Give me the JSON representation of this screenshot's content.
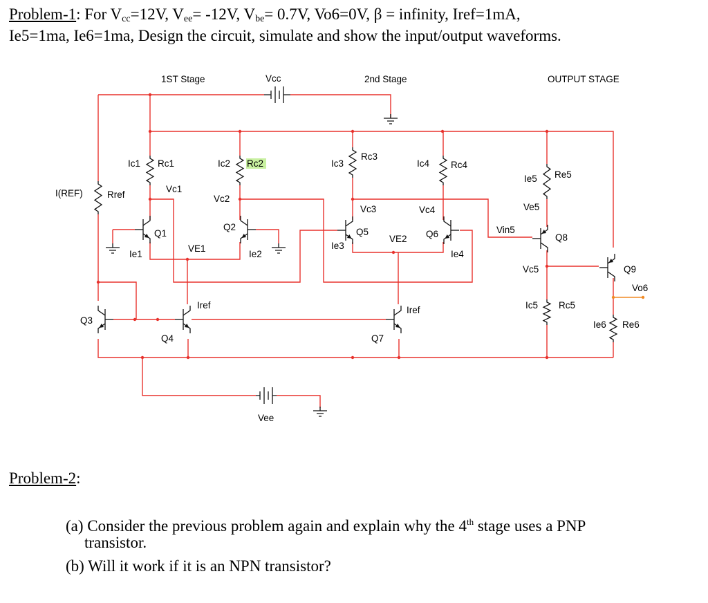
{
  "problem1": {
    "heading": "Problem-1",
    "line1_parts": [
      ": For V",
      "cc",
      "=12V, V",
      "ee",
      "= -12V, V",
      "be",
      "= 0.7V, Vo6=0V, β = infinity, Iref=1mA,"
    ],
    "line2": "Ie5=1ma, Ie6=1ma, Design the circuit, simulate and show the input/output waveforms."
  },
  "circuit": {
    "stage_labels": {
      "first": "1ST Stage",
      "second": "2nd Stage",
      "output": "OUTPUT STAGE"
    },
    "sources": {
      "vcc": "Vcc",
      "vee": "Vee"
    },
    "labels": {
      "iref_main": "I(REF)",
      "rref": "Rref",
      "ic1": "Ic1",
      "rc1": "Rc1",
      "vc1": "Vc1",
      "q1": "Q1",
      "ie1": "Ie1",
      "ve1": "VE1",
      "ic2": "Ic2",
      "rc2": "Rc2",
      "vc2": "Vc2",
      "q2": "Q2",
      "ie2": "Ie2",
      "ic3": "Ic3",
      "rc3": "Rc3",
      "vc3": "Vc3",
      "q5": "Q5",
      "ie3": "Ie3",
      "ve2": "VE2",
      "ic4": "Ic4",
      "rc4": "Rc4",
      "vc4": "Vc4",
      "q6": "Q6",
      "ie4": "Ie4",
      "ie5": "Ie5",
      "re5": "Re5",
      "ve5": "Ve5",
      "vin5": "Vin5",
      "q8": "Q8",
      "vc5": "Vc5",
      "ic5": "Ic5",
      "rc5": "Rc5",
      "q9": "Q9",
      "vo6": "Vo6",
      "ie6": "Ie6",
      "re6": "Re6",
      "q3": "Q3",
      "q4": "Q4",
      "iref4": "Iref",
      "q7": "Q7",
      "iref7": "Iref"
    },
    "colors": {
      "wire": "#e8322d",
      "component": "#111111",
      "highlight": "#c8f0a0",
      "output_node": "#f08a24"
    }
  },
  "problem2": {
    "heading": "Problem-2",
    "colon": ":",
    "a_before": "(a) Consider the previous problem again and explain why the 4",
    "a_sup": "th",
    "a_after": " stage uses a PNP",
    "a_cont": "transistor.",
    "b": "(b) Will it work if it is an NPN transistor?"
  }
}
